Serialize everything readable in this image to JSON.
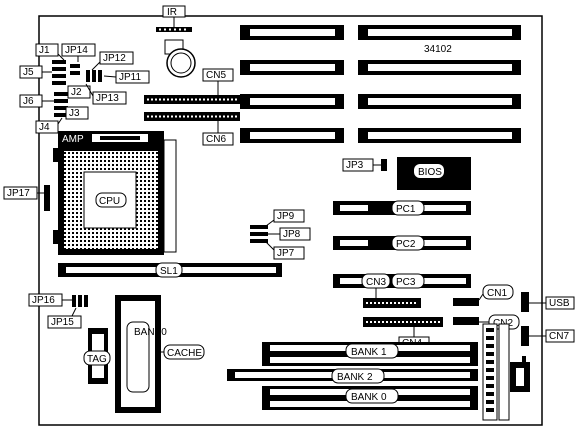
{
  "board_id": "34102",
  "labels": {
    "ir": "IR",
    "j1": "J1",
    "jp14": "JP14",
    "jp12": "JP12",
    "j5": "J5",
    "jp11": "JP11",
    "j2": "J2",
    "jp13": "JP13",
    "j6": "J6",
    "j3": "J3",
    "j4": "J4",
    "cn5": "CN5",
    "cn6": "CN6",
    "amp": "AMP",
    "jp17": "JP17",
    "cpu": "CPU",
    "jp3": "JP3",
    "bios": "BIOS",
    "pc1": "PC1",
    "pc2": "PC2",
    "pc3": "PC3",
    "jp9": "JP9",
    "jp8": "JP8",
    "jp7": "JP7",
    "sl1": "SL1",
    "jp16": "JP16",
    "jp15": "JP15",
    "cn3": "CN3",
    "cn1": "CN1",
    "usb": "USB",
    "cn2": "CN2",
    "cn7": "CN7",
    "cn4": "CN4",
    "tag": "TAG",
    "bank_cache": "BANK0",
    "cache": "CACHE",
    "bank1": "BANK 1",
    "bank2": "BANK 2",
    "bank0": "BANK 0"
  }
}
